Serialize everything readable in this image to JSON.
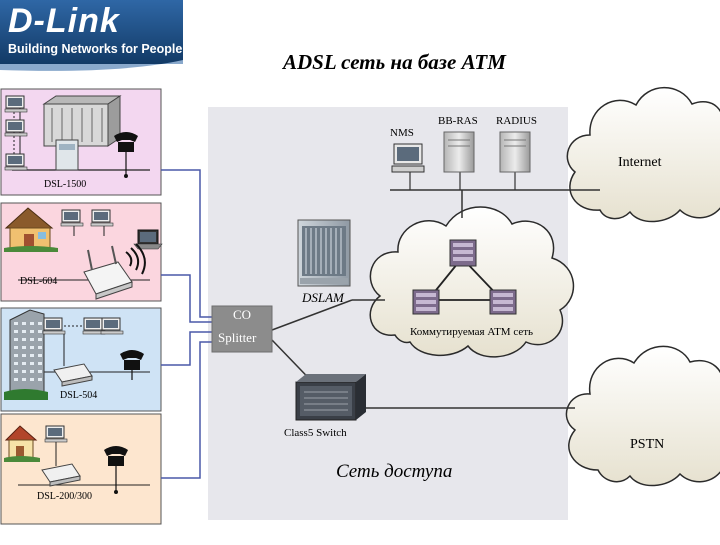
{
  "brand": {
    "logo_text": "D-Link",
    "tagline": "Building Networks for People",
    "colors": {
      "logo_bg": "#1f4f86",
      "logo_bg_dark": "#123a66",
      "logo_text": "#ffffff"
    }
  },
  "title": "ADSL сеть на базе ATM",
  "core": {
    "nms_label": "NMS",
    "bbras_label": "BB-RAS",
    "radius_label": "RADIUS",
    "internet_label": "Internet",
    "dslam_label": "DSLAM",
    "atm_label": "Коммутируемая ATM сеть",
    "switch_label": "Class5 Switch",
    "pstn_label": "PSTN",
    "access_label": "Сеть доступа"
  },
  "splitter": {
    "line1": "CO",
    "line2": "Splitter"
  },
  "customers": [
    {
      "label": "DSL-1500",
      "bg": "#f3d7f0"
    },
    {
      "label": "DSL-604",
      "bg": "#fbd6df"
    },
    {
      "label": "DSL-504",
      "bg": "#cfe3f5"
    },
    {
      "label": "DSL-200/300",
      "bg": "#fde6cf"
    }
  ],
  "icons": [
    "d-link-logo",
    "pc-icon",
    "laptop-icon",
    "telephone-icon",
    "office-building-icon",
    "house-icon",
    "skyscraper-icon",
    "wireless-router-icon",
    "modem-icon",
    "server-icon",
    "dslam-rack-icon",
    "atm-switch-icon",
    "class5-switch-icon",
    "cloud-icon",
    "wireless-waves-icon"
  ],
  "colors": {
    "core_bg": "#e7e7ec",
    "cloud_fill": "#f2efe4",
    "cloud_stroke": "#2b2b2b",
    "line": "#333333",
    "wire_blue": "#4a58a8",
    "splitter_bg": "#8c8c8c"
  }
}
